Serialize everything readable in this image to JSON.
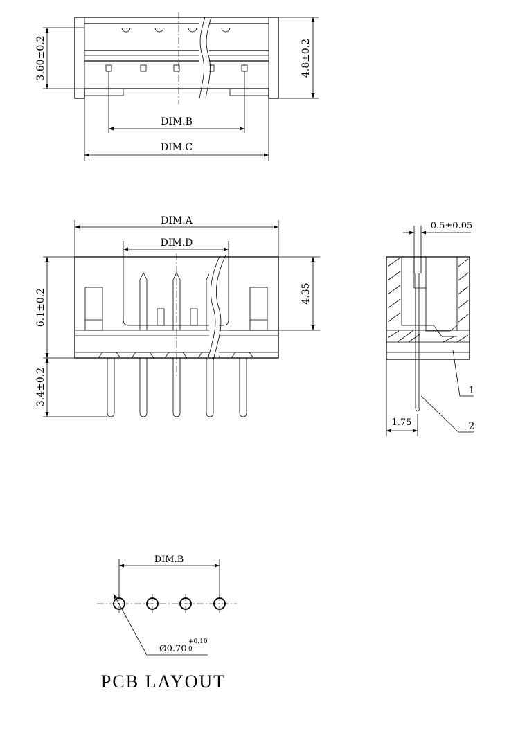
{
  "top_view": {
    "dim_height_left": "3.60±0.2",
    "dim_height_right": "4.8±0.2",
    "dim_b": "DIM.B",
    "dim_c": "DIM.C"
  },
  "front_view": {
    "dim_a": "DIM.A",
    "dim_d": "DIM.D",
    "dim_body_height": "6.1±0.2",
    "dim_pin_length": "3.4±0.2",
    "dim_cavity_depth": "4.35"
  },
  "side_view": {
    "dim_pin_width": "0.5±0.05",
    "dim_offset": "1.75",
    "callout_1": "1",
    "callout_2": "2"
  },
  "pcb_layout": {
    "dim_b": "DIM.B",
    "hole_diameter": "Ø0.70",
    "tol_upper": "+0.10",
    "tol_lower": "0",
    "title": "PCB LAYOUT"
  }
}
